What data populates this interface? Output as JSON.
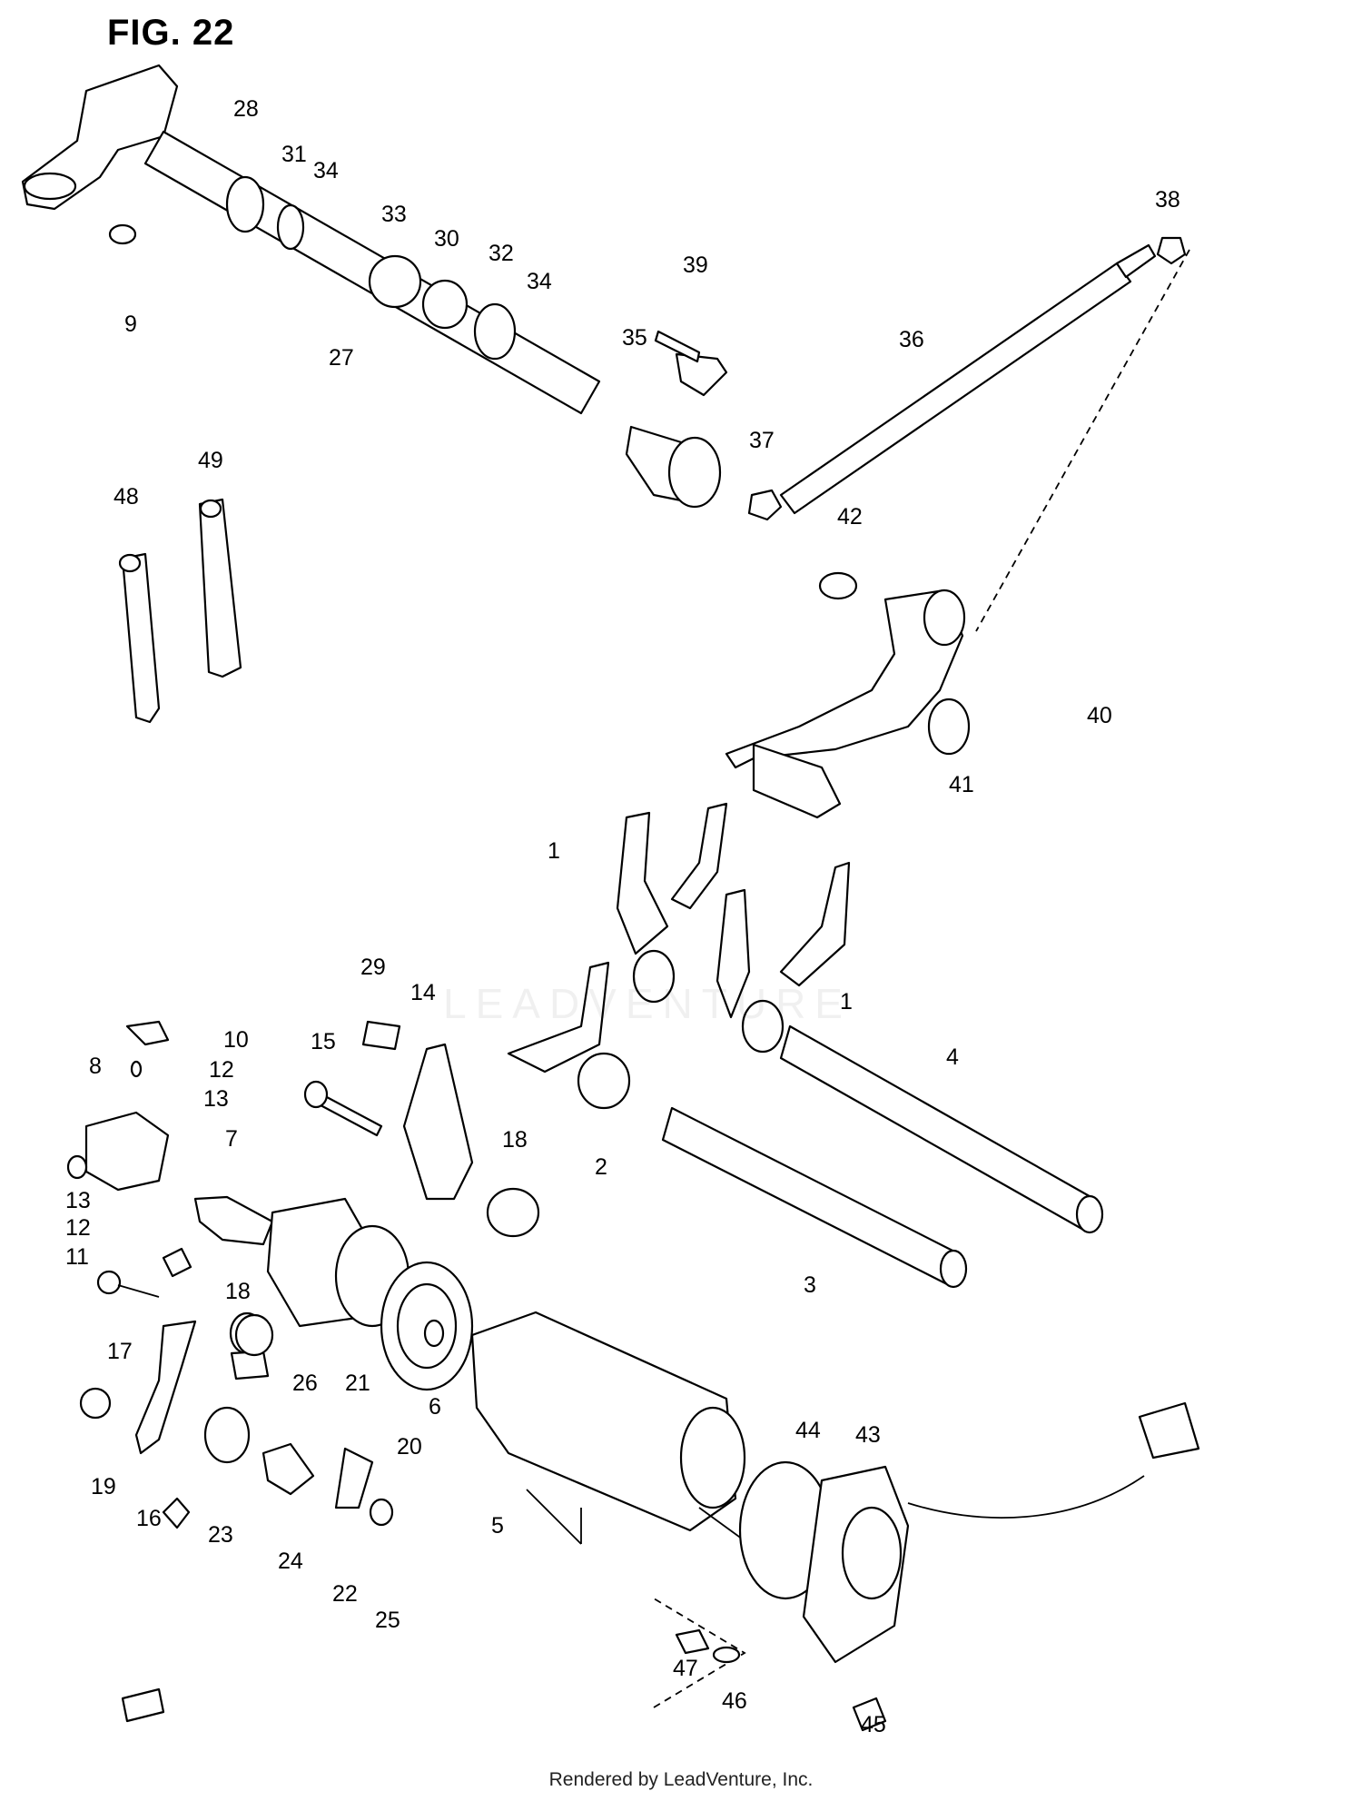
{
  "figure": {
    "title": "FIG. 22"
  },
  "callouts": [
    "28",
    "31",
    "34",
    "33",
    "30",
    "32",
    "34",
    "39",
    "38",
    "35",
    "36",
    "37",
    "9",
    "27",
    "49",
    "48",
    "42",
    "40",
    "41",
    "1",
    "1",
    "29",
    "14",
    "10",
    "15",
    "12",
    "8",
    "13",
    "4",
    "7",
    "18",
    "13",
    "12",
    "2",
    "11",
    "3",
    "18",
    "17",
    "26",
    "21",
    "20",
    "6",
    "19",
    "16",
    "44",
    "43",
    "23",
    "24",
    "5",
    "22",
    "25",
    "47",
    "46",
    "45"
  ],
  "watermark": "LEADVENTURE",
  "footer": "Rendered by LeadVenture, Inc."
}
